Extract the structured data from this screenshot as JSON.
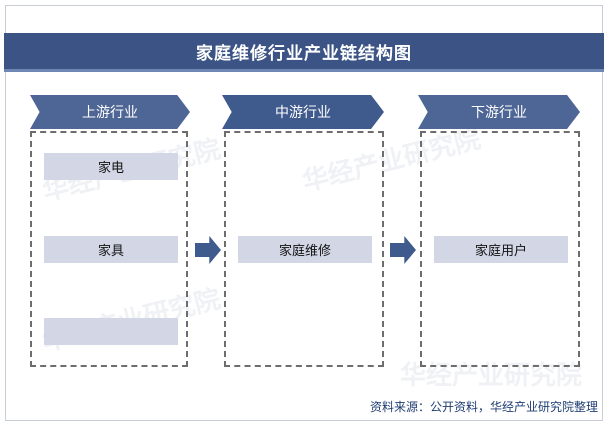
{
  "title": "家庭维修行业产业链结构图",
  "stages": [
    {
      "header": "上游行业",
      "items": [
        "家电",
        "家具",
        ""
      ]
    },
    {
      "header": "中游行业",
      "items": [
        "家庭维修"
      ]
    },
    {
      "header": "下游行业",
      "items": [
        "家庭用户"
      ]
    }
  ],
  "source": "资料来源：公开资料，华经产业研究院整理",
  "watermark": "华经产业研究院",
  "colors": {
    "title_bar": "#3b5485",
    "stage_header": "#3f5a8c",
    "item_fill": "#d3d7e5",
    "dashed_border": "#6d6d6d",
    "source_text": "#1f3d73"
  },
  "icons": [
    "right-arrow-icon"
  ]
}
